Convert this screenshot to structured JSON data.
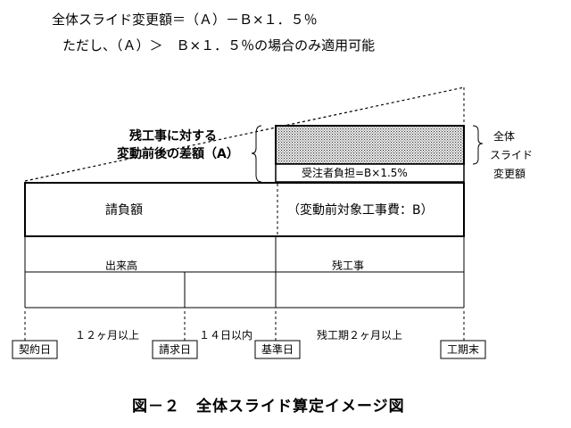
{
  "header": {
    "line1": "全体スライド変更額＝（Ａ）－Ｂ×１．５％",
    "line2": "ただし、（Ａ）＞　Ｂ×１．５％の場合のみ適用可能"
  },
  "diagram": {
    "difference_label_line1": "残工事に対する",
    "difference_label_line2": "変動前後の差額（A）",
    "contractor_burden": "受注者負担=B×1.5%",
    "slide_label": [
      "全体",
      "スライド",
      "変更額"
    ],
    "contract_amount": "請負額",
    "base_cost": "（変動前対象工事費：B）",
    "completed_work": "出来高",
    "remaining_work": "残工事",
    "periods": {
      "p1": "１２ヶ月以上",
      "p2": "１４日以内",
      "p3": "残工期２ヶ月以上"
    },
    "milestones": {
      "contract_date": "契約日",
      "claim_date": "請求日",
      "base_date": "基準日",
      "end_date": "工期末"
    }
  },
  "caption": "図－２　全体スライド算定イメージ図"
}
